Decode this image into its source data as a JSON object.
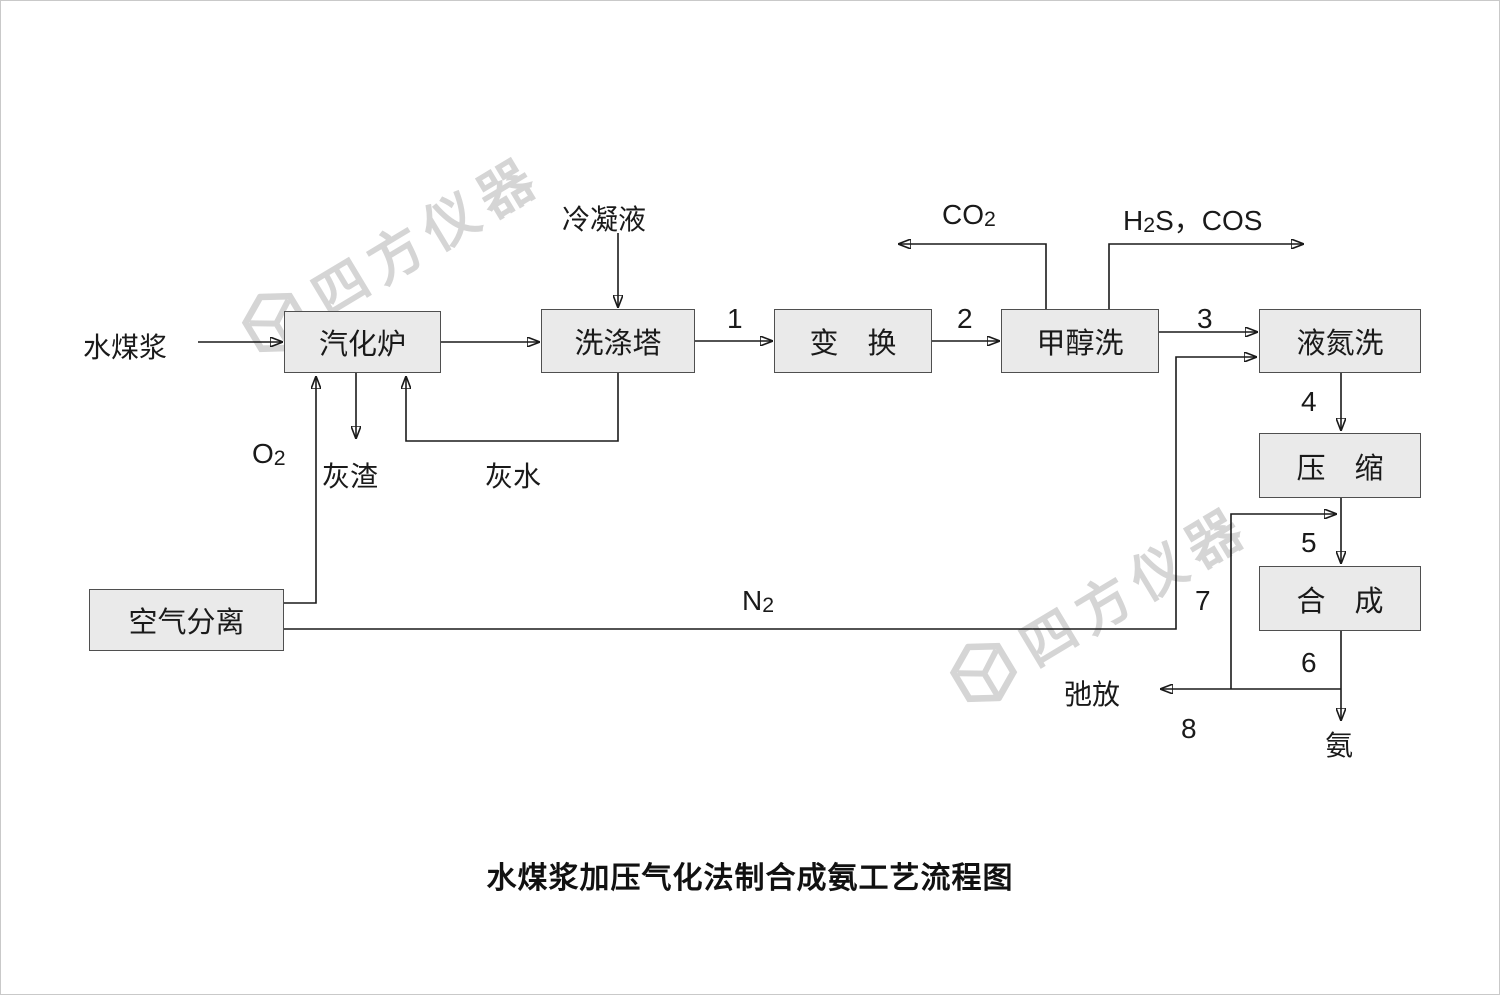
{
  "title": "水煤浆加压气化法制合成氨工艺流程图",
  "watermark": {
    "text": "四方仪器"
  },
  "colors": {
    "background": "#ffffff",
    "box_fill": "#eaeaea",
    "box_border": "#4f4f4f",
    "line": "#1a1a1a",
    "text": "#1a1a1a",
    "watermark": "#d5d5d5"
  },
  "boxes": {
    "gasifier": "汽化炉",
    "scrubber": "洗涤塔",
    "shift": "变　换",
    "methanol_wash": "甲醇洗",
    "nitrogen_wash": "液氮洗",
    "compression": "压　缩",
    "synthesis": "合　成",
    "air_separation": "空气分离"
  },
  "streams": {
    "coal_water_slurry": "水煤浆",
    "condensate": "冷凝液",
    "ash_residue": "灰渣",
    "ash_water": "灰水",
    "purge": "弛放",
    "ammonia": "氨",
    "co2": {
      "pre": "CO",
      "sub": "2",
      "post": ""
    },
    "h2s_cos": {
      "pre": "H",
      "sub": "2",
      "post": "S，COS"
    },
    "o2": {
      "pre": "O",
      "sub": "2",
      "post": ""
    },
    "n2": {
      "pre": "N",
      "sub": "2",
      "post": ""
    }
  },
  "stream_numbers": [
    "1",
    "2",
    "3",
    "4",
    "5",
    "6",
    "7",
    "8"
  ]
}
